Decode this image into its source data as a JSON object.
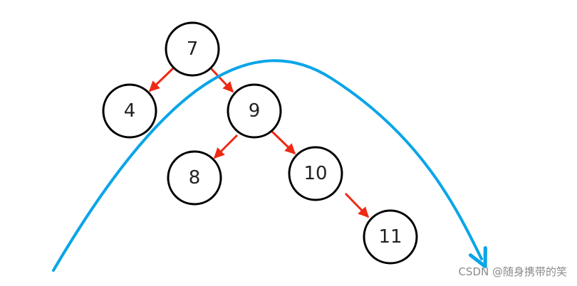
{
  "diagram": {
    "nodes": [
      {
        "id": "n7",
        "label": "7"
      },
      {
        "id": "n4",
        "label": "4"
      },
      {
        "id": "n9",
        "label": "9"
      },
      {
        "id": "n8",
        "label": "8"
      },
      {
        "id": "n10",
        "label": "10"
      },
      {
        "id": "n11",
        "label": "11"
      }
    ],
    "edges": [
      {
        "from": "7",
        "to": "4"
      },
      {
        "from": "7",
        "to": "9"
      },
      {
        "from": "9",
        "to": "8"
      },
      {
        "from": "9",
        "to": "10"
      },
      {
        "from": "10",
        "to": "11"
      }
    ],
    "colors": {
      "edge": "#ee2a15",
      "curve": "#0aa5e8",
      "node_stroke": "#000000"
    }
  },
  "watermark": "CSDN @随身携带的笑"
}
